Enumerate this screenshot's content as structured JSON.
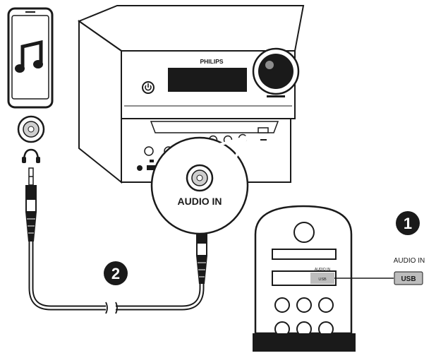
{
  "brand_label": "PHILIPS",
  "zoom_label": "AUDIO IN",
  "remote": {
    "side_label_top": "AUDIO IN",
    "side_label_bottom": "USB",
    "button_label_top": "AUDIO IN",
    "button_label_bottom": "USB"
  },
  "steps": [
    {
      "number": "1"
    },
    {
      "number": "2"
    }
  ],
  "icons": {
    "phone": "music-note-icon",
    "headphone": "headphone-icon",
    "power": "power-icon"
  },
  "colors": {
    "stroke": "#1a1a1a",
    "remote_bar": "#1a1a1a",
    "usb_tag": "#bdbdbd"
  }
}
